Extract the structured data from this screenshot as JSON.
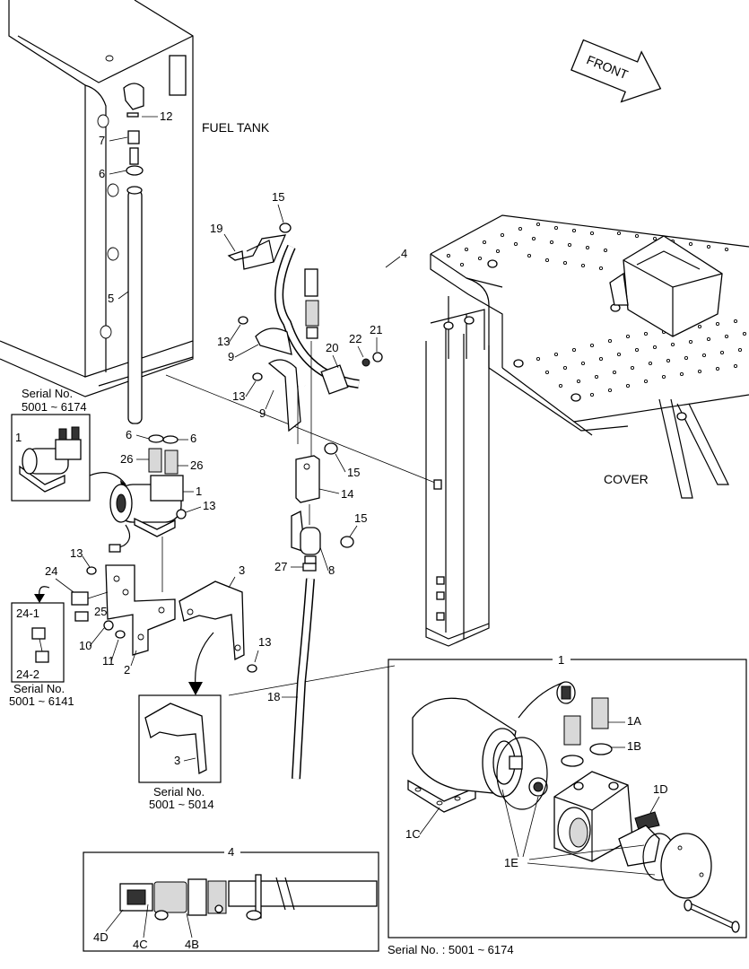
{
  "labels": {
    "fuel_tank": "FUEL TANK",
    "cover": "COVER",
    "front": "FRONT",
    "serial_box1": [
      "Serial No.",
      "5001 ~ 6174"
    ],
    "serial_box24": [
      "Serial No.",
      "5001 ~ 6141"
    ],
    "serial_box3": [
      "Serial No.",
      "5001 ~ 5014"
    ],
    "serial_detail1": "Serial No. : 5001 ~ 6174"
  },
  "callouts": [
    "12",
    "7",
    "6",
    "5",
    "6",
    "6",
    "26",
    "26",
    "1",
    "1",
    "13",
    "19",
    "15",
    "13",
    "9",
    "13",
    "9",
    "4",
    "20",
    "22",
    "21",
    "15",
    "14",
    "15",
    "27",
    "8",
    "18",
    "13",
    "24",
    "24-1",
    "24-2",
    "25",
    "10",
    "11",
    "2",
    "3",
    "13",
    "3",
    "1",
    "1A",
    "1B",
    "1C",
    "1D",
    "1E",
    "4",
    "4D",
    "4C",
    "4B"
  ],
  "icons": [
    "fuel-tank",
    "fuel-pump",
    "pump-bracket",
    "pump-cover",
    "fuel-hose",
    "fuel-filter",
    "step-cover",
    "front-arrow",
    "pump-detail",
    "filter-detail"
  ]
}
